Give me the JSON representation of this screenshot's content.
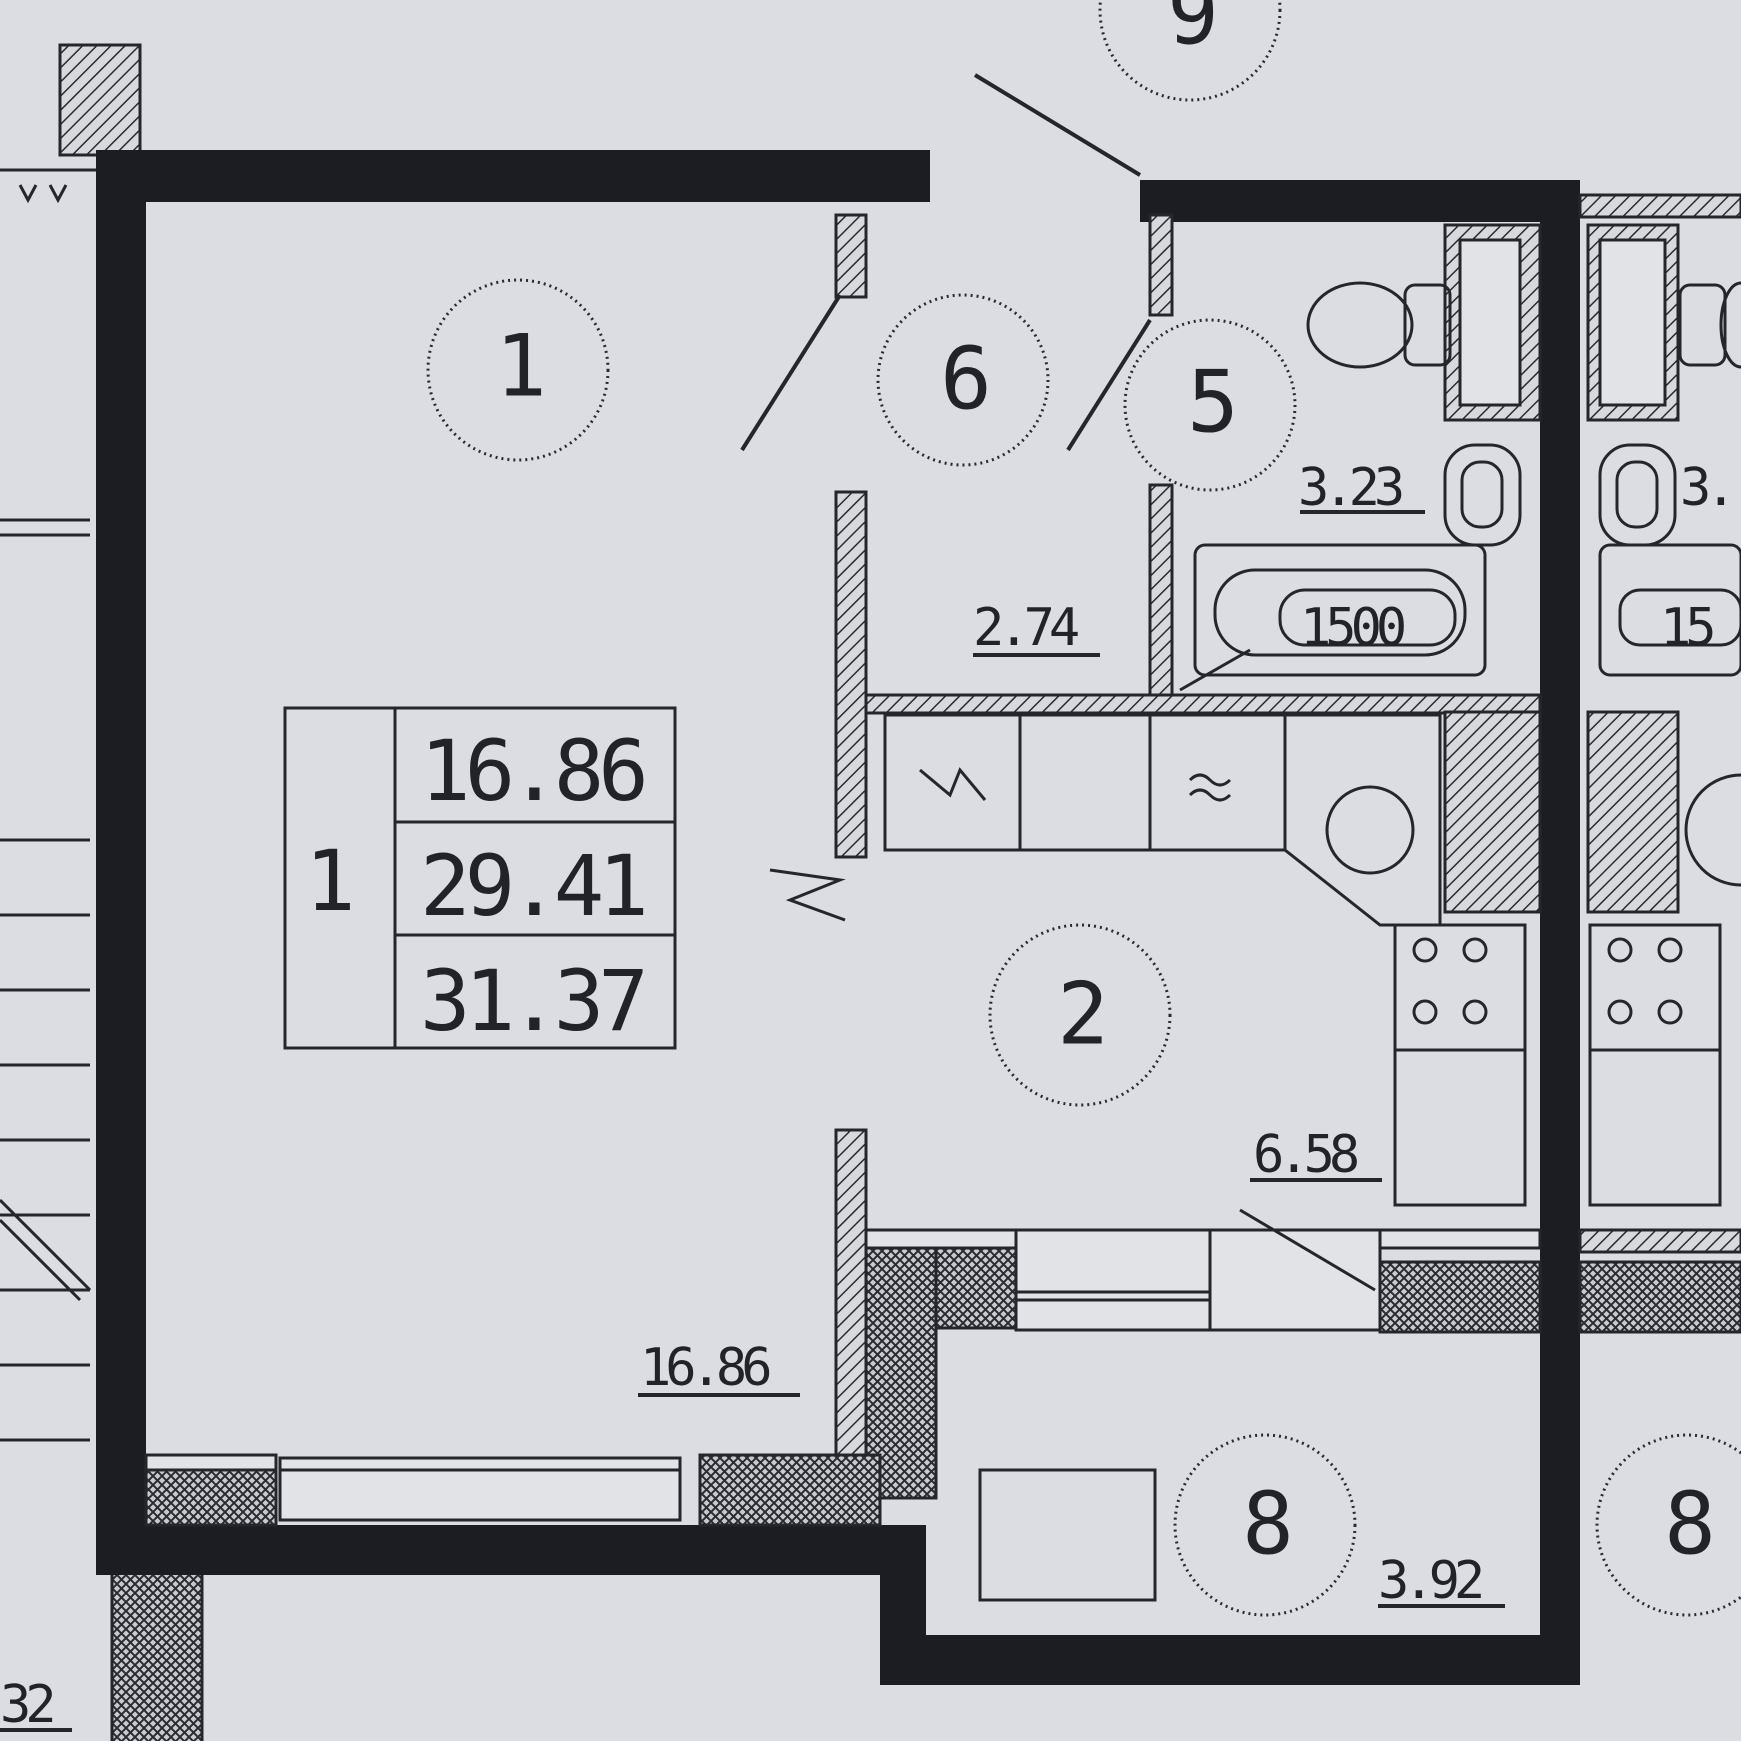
{
  "rooms": {
    "r1": {
      "number": "1",
      "area": "16.86"
    },
    "r2": {
      "number": "2",
      "area": "6.58"
    },
    "r5": {
      "number": "5",
      "area": "3.23"
    },
    "r6": {
      "number": "6",
      "area": "2.74"
    },
    "r8": {
      "number": "8",
      "area": "3.92"
    },
    "r8b": {
      "number": "8"
    },
    "r9": {
      "number": "9"
    }
  },
  "area_table": {
    "apartment_number": "1",
    "living_area": "16.86",
    "total_area": "29.41",
    "total_area_with_balcony": "31.37"
  },
  "bathtub_label": "1500",
  "bathtub_label_partial": "15",
  "area_partial": "3.",
  "edge_label": "32"
}
